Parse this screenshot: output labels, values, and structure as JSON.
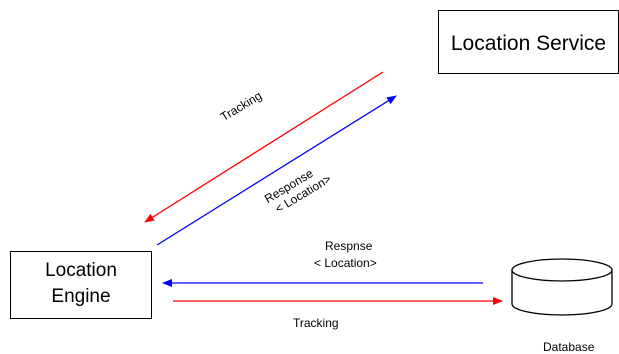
{
  "nodes": {
    "location_service": "Location Service",
    "location_engine": [
      "Location",
      "Engine"
    ],
    "database": "Database"
  },
  "edges": {
    "tracking_top": "Tracking",
    "response_top": [
      "Response",
      "< Location>"
    ],
    "response_bottom": [
      "Respnse",
      "< Location>"
    ],
    "tracking_bottom": "Tracking"
  },
  "colors": {
    "tracking": "#ff0000",
    "response": "#0000ff"
  }
}
